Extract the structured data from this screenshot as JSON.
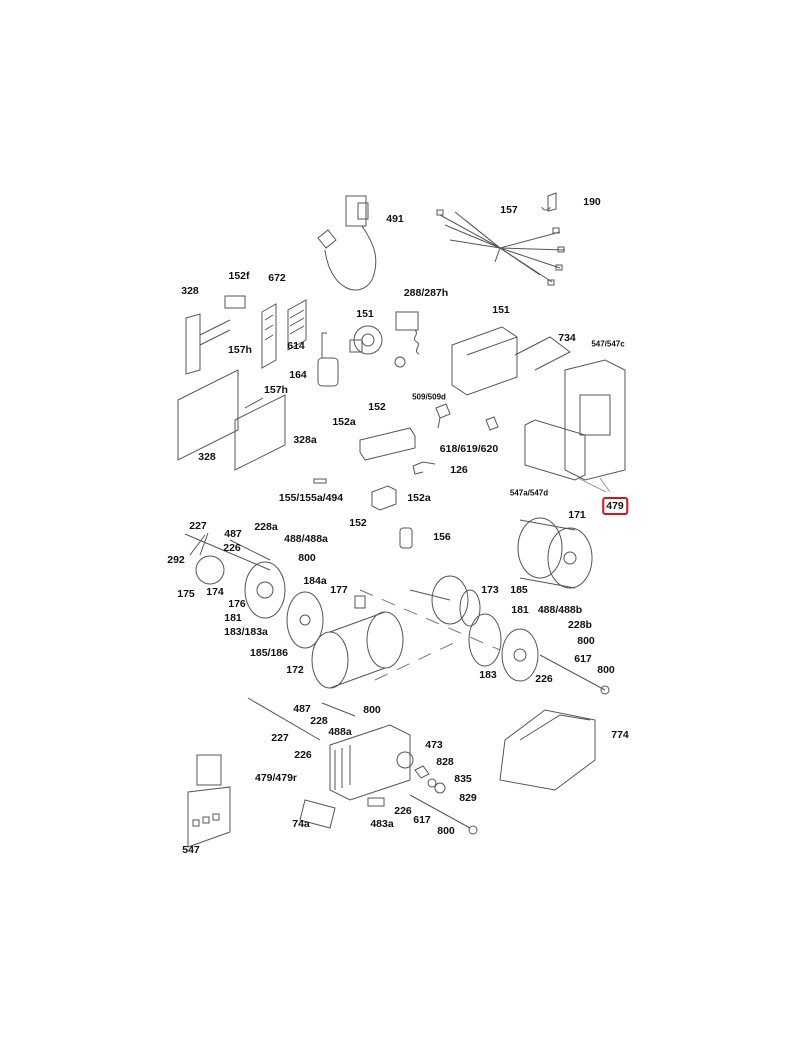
{
  "diagram": {
    "highlighted_part": "479",
    "highlight_color": "#d01818",
    "labels": [
      "491",
      "190",
      "157",
      "152f",
      "672",
      "328",
      "288/287h",
      "151",
      "151",
      "734",
      "547/547c",
      "157h",
      "614",
      "164",
      "157h",
      "509/509d",
      "152",
      "152a",
      "328a",
      "328",
      "618/619/620",
      "126",
      "155/155a/494",
      "152a",
      "547a/547d",
      "479",
      "171",
      "152",
      "156",
      "227",
      "487",
      "228a",
      "488/488a",
      "226",
      "292",
      "800",
      "184a",
      "177",
      "173",
      "185",
      "175",
      "174",
      "176",
      "181",
      "181",
      "488/488b",
      "228b",
      "183/183a",
      "800",
      "185/186",
      "617",
      "172",
      "183",
      "226",
      "800",
      "487",
      "800",
      "228",
      "488a",
      "227",
      "473",
      "226",
      "774",
      "828",
      "479/479r",
      "835",
      "829",
      "226",
      "617",
      "74a",
      "483a",
      "800",
      "547"
    ]
  }
}
